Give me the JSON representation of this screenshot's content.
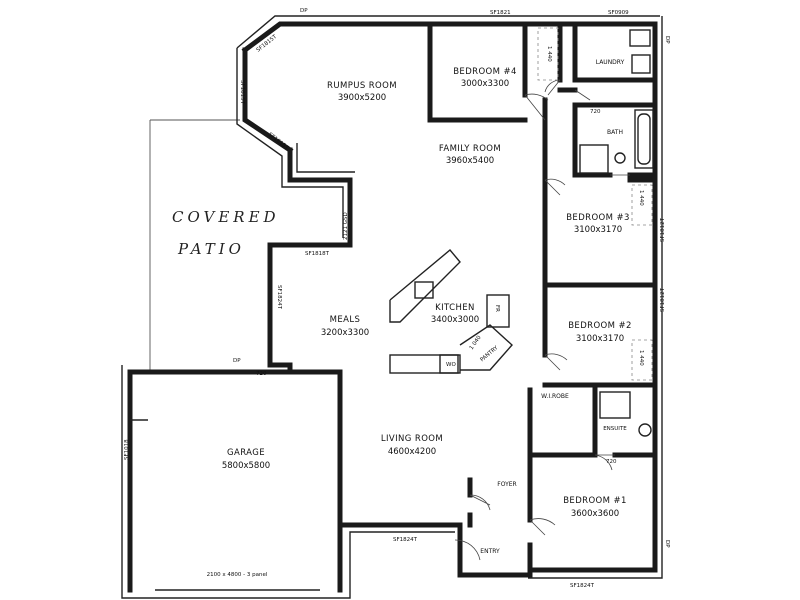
{
  "rooms": {
    "rumpus": {
      "name": "RUMPUS ROOM",
      "dim": "3900x5200"
    },
    "bedroom4": {
      "name": "BEDROOM #4",
      "dim": "3000x3300"
    },
    "family": {
      "name": "FAMILY ROOM",
      "dim": "3960x5400"
    },
    "bedroom3": {
      "name": "BEDROOM #3",
      "dim": "3100x3170"
    },
    "bedroom2": {
      "name": "BEDROOM #2",
      "dim": "3100x3170"
    },
    "meals": {
      "name": "MEALS",
      "dim": "3200x3300"
    },
    "kitchen": {
      "name": "KITCHEN",
      "dim": "3400x3000"
    },
    "living": {
      "name": "LIVING ROOM",
      "dim": "4600x4200"
    },
    "garage": {
      "name": "GARAGE",
      "dim": "5800x5800"
    },
    "bedroom1": {
      "name": "BEDROOM #1",
      "dim": "3600x3600"
    },
    "laundry": {
      "name": "LAUNDRY"
    },
    "bath": {
      "name": "BATH"
    },
    "wirobe": {
      "name": "W.I.ROBE"
    },
    "ensuite": {
      "name": "ENSUITE"
    },
    "foyer": {
      "name": "FOYER"
    },
    "entry": {
      "name": "ENTRY"
    },
    "pantry": {
      "name": "PANTRY"
    }
  },
  "patio": {
    "line1": "COVERED",
    "line2": "PATIO"
  },
  "labels": {
    "w_top_rumpus": "SF1821",
    "w_top_laundry": "SF0909",
    "dp_top_left": "DP",
    "dp_top_right": "DP",
    "dp_mid_left": "DP",
    "dp_bottom_right": "DP",
    "w_bay_1": "SF1815T",
    "w_bay_2": "SF1815T",
    "w_bay_3": "SF1815T",
    "w_gsd": "2121 GSD",
    "w_meals_top": "SF1818T",
    "w_meals_side": "SF1824T",
    "w_bed3": "SF1812T",
    "w_bed2": "SF1812T",
    "w_garage_side": "SF1018",
    "w_living_bottom": "SF1824T",
    "w_bed1_bottom": "SF1824T",
    "garage_door": "2100 x 4800 - 3 panel",
    "closet_b4": "1 440",
    "closet_b3": "1 440",
    "closet_b2": "1 440",
    "pantry_len": "1 040",
    "fr": "FR",
    "wo": "WO",
    "d720a": "720",
    "d720b": "720",
    "d720c": "720"
  }
}
